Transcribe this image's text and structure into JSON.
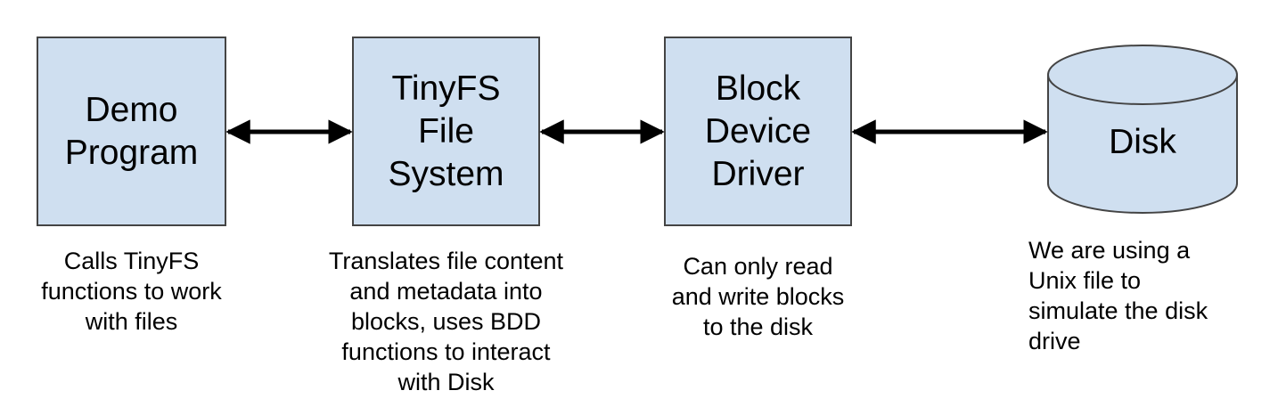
{
  "colors": {
    "box_fill": "#cfdff0",
    "stroke": "#444444",
    "arrow": "#000000"
  },
  "nodes": [
    {
      "id": "demo",
      "label": "Demo\nProgram",
      "shape": "box",
      "caption": "Calls TinyFS\nfunctions to work\nwith files"
    },
    {
      "id": "tinyfs",
      "label": "TinyFS\nFile\nSystem",
      "shape": "box",
      "caption": "Translates file content\nand metadata into\nblocks, uses BDD\nfunctions to interact\nwith Disk"
    },
    {
      "id": "bdd",
      "label": "Block\nDevice\nDriver",
      "shape": "box",
      "caption": "Can only read\nand write blocks\nto the disk"
    },
    {
      "id": "disk",
      "label": "Disk",
      "shape": "cylinder",
      "caption": "We are using a\nUnix file to\nsimulate the disk\ndrive"
    }
  ],
  "edges": [
    {
      "from": "demo",
      "to": "tinyfs",
      "style": "double-arrow"
    },
    {
      "from": "tinyfs",
      "to": "bdd",
      "style": "double-arrow"
    },
    {
      "from": "bdd",
      "to": "disk",
      "style": "double-arrow"
    }
  ]
}
